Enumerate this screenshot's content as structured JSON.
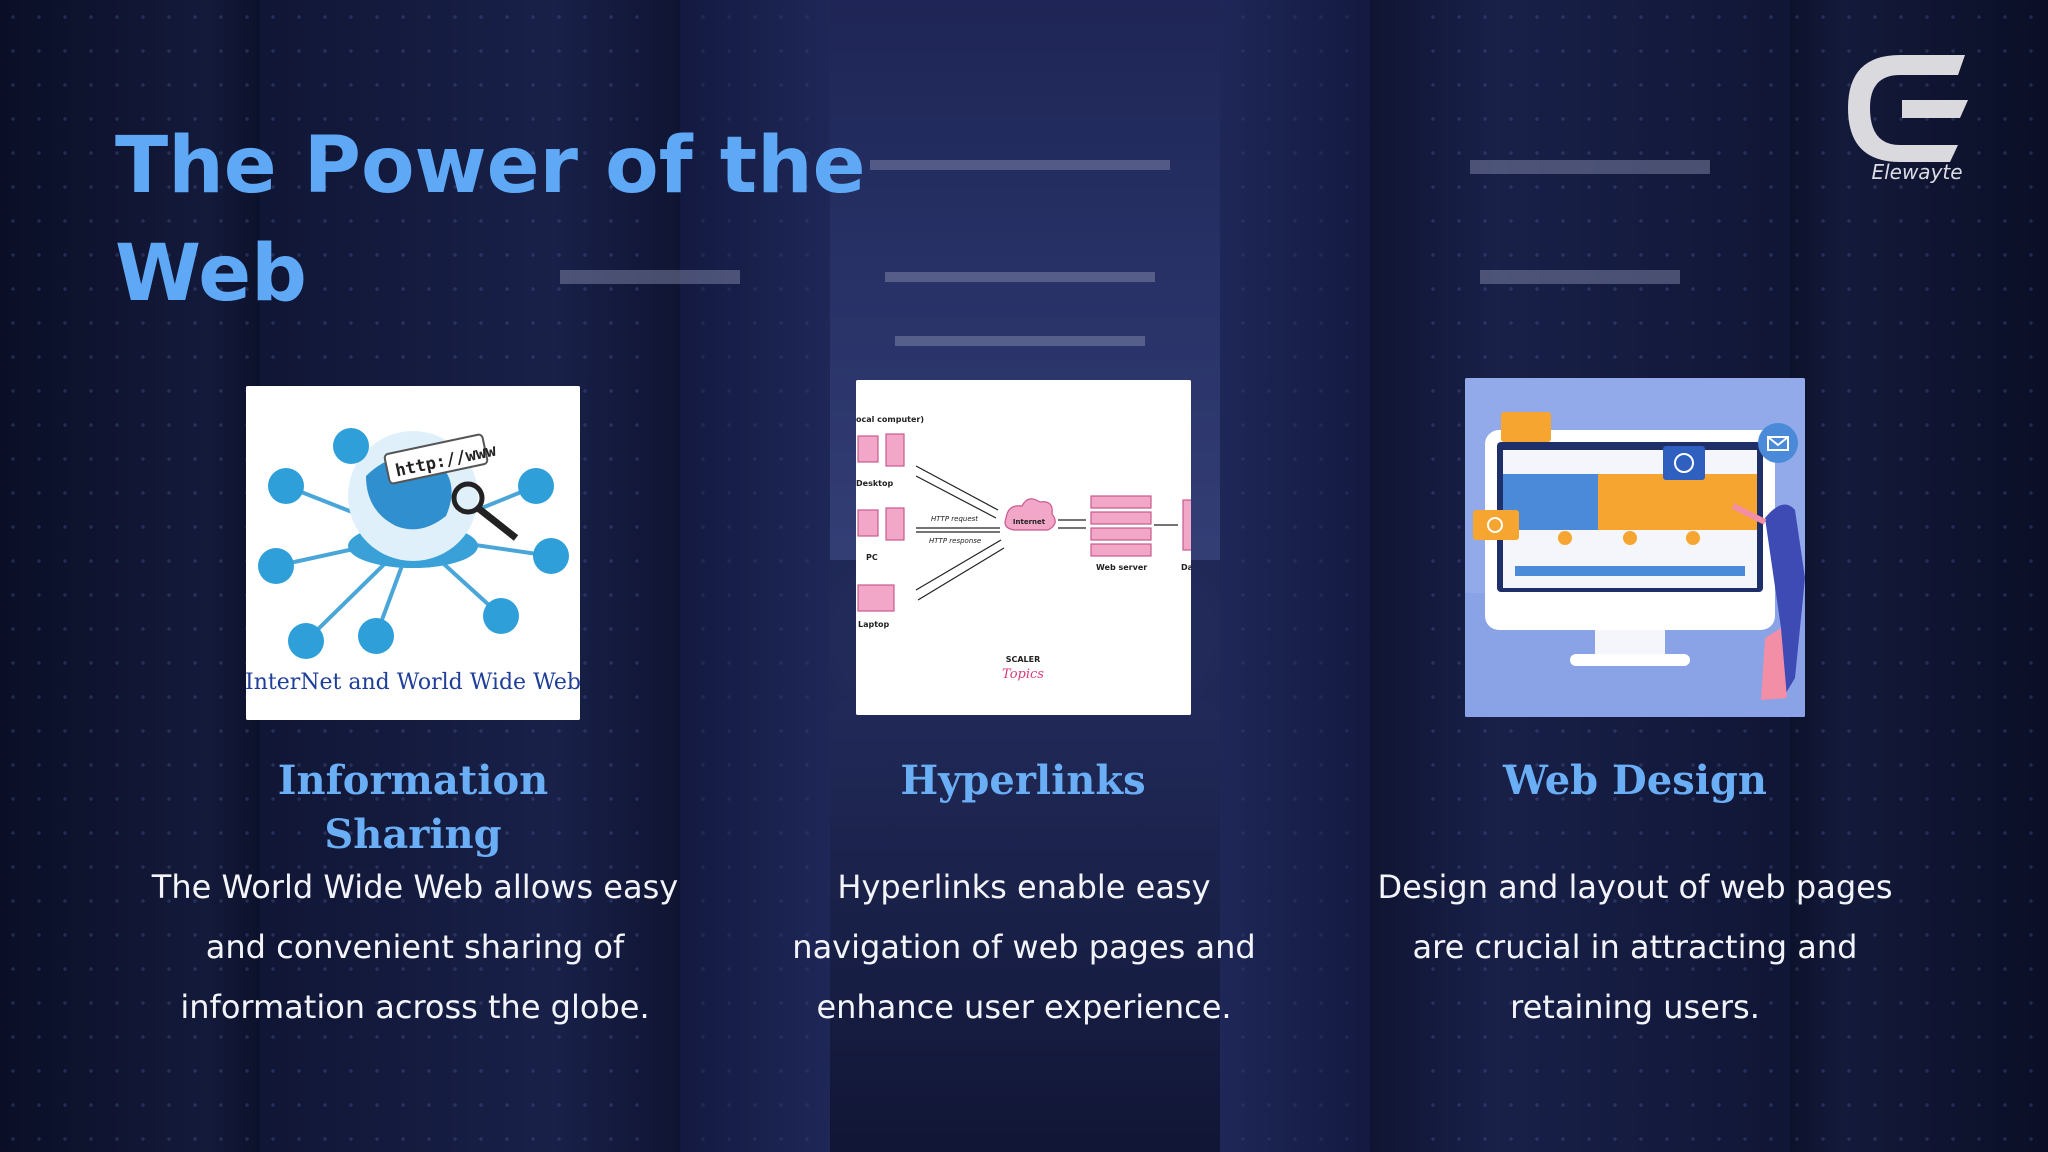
{
  "slide": {
    "title": "The Power of the Web",
    "brand": {
      "name": "Elewayte",
      "icon": "elewayte-logo-icon"
    },
    "cards": [
      {
        "heading": "Information Sharing",
        "description": "The World Wide Web allows easy and convenient sharing of information across the globe.",
        "image": {
          "icon": "globe-network-icon",
          "caption": "InterNet and World Wide Web",
          "url_text": "http://www"
        }
      },
      {
        "heading": "Hyperlinks",
        "description": "Hyperlinks enable easy navigation of web pages and enhance user experience.",
        "image": {
          "icon": "client-server-diagram-icon",
          "labels": [
            "ocal computer)",
            "Desktop",
            "PC",
            "Laptop",
            "HTTP request",
            "HTTP response",
            "Internet",
            "Web server",
            "Da"
          ],
          "brand_top": "SCALER",
          "brand_bottom": "Topics"
        }
      },
      {
        "heading": "Web Design",
        "description": "Design and layout of web pages are crucial in attracting and retaining users.",
        "image": {
          "icon": "web-design-monitor-icon"
        }
      }
    ]
  },
  "colors": {
    "title": "#5ea8f5",
    "heading": "#6aaef5",
    "text": "#f2f4fa",
    "background": "#141a3c"
  }
}
